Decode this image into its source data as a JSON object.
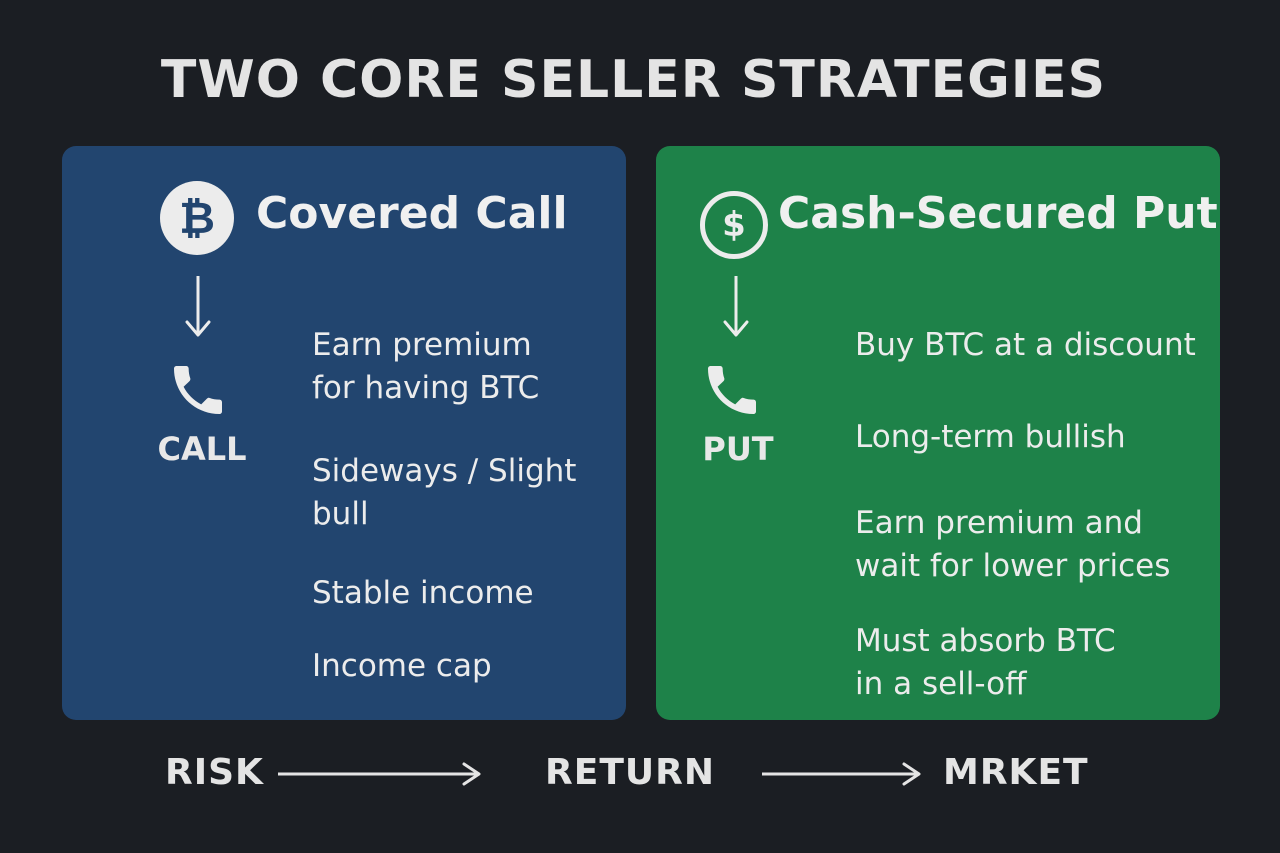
{
  "title": "TWO CORE SELLER STRATEGIES",
  "colors": {
    "background": "#1b1e23",
    "call_panel": "#22456f",
    "put_panel": "#1e8249",
    "text": "#ececec"
  },
  "left_panel": {
    "icon": "bitcoin-icon",
    "icon_glyph": "₿",
    "title": "Covered Call",
    "type_label": "CALL",
    "points": [
      "Earn premium\nfor having BTC",
      "Sideways / Slight\nbull",
      "Stable income",
      "Income cap"
    ]
  },
  "right_panel": {
    "icon": "dollar-coin-icon",
    "icon_glyph": "$",
    "title": "Cash-Secured Put",
    "type_label": "PUT",
    "points": [
      "Buy BTC at a discount",
      "Long-term bullish",
      "Earn premium and\nwait for lower prices",
      "Must absorb BTC\nin a sell-off"
    ]
  },
  "bottom_flow": [
    "RISK",
    "RETURN",
    "MRKET"
  ]
}
